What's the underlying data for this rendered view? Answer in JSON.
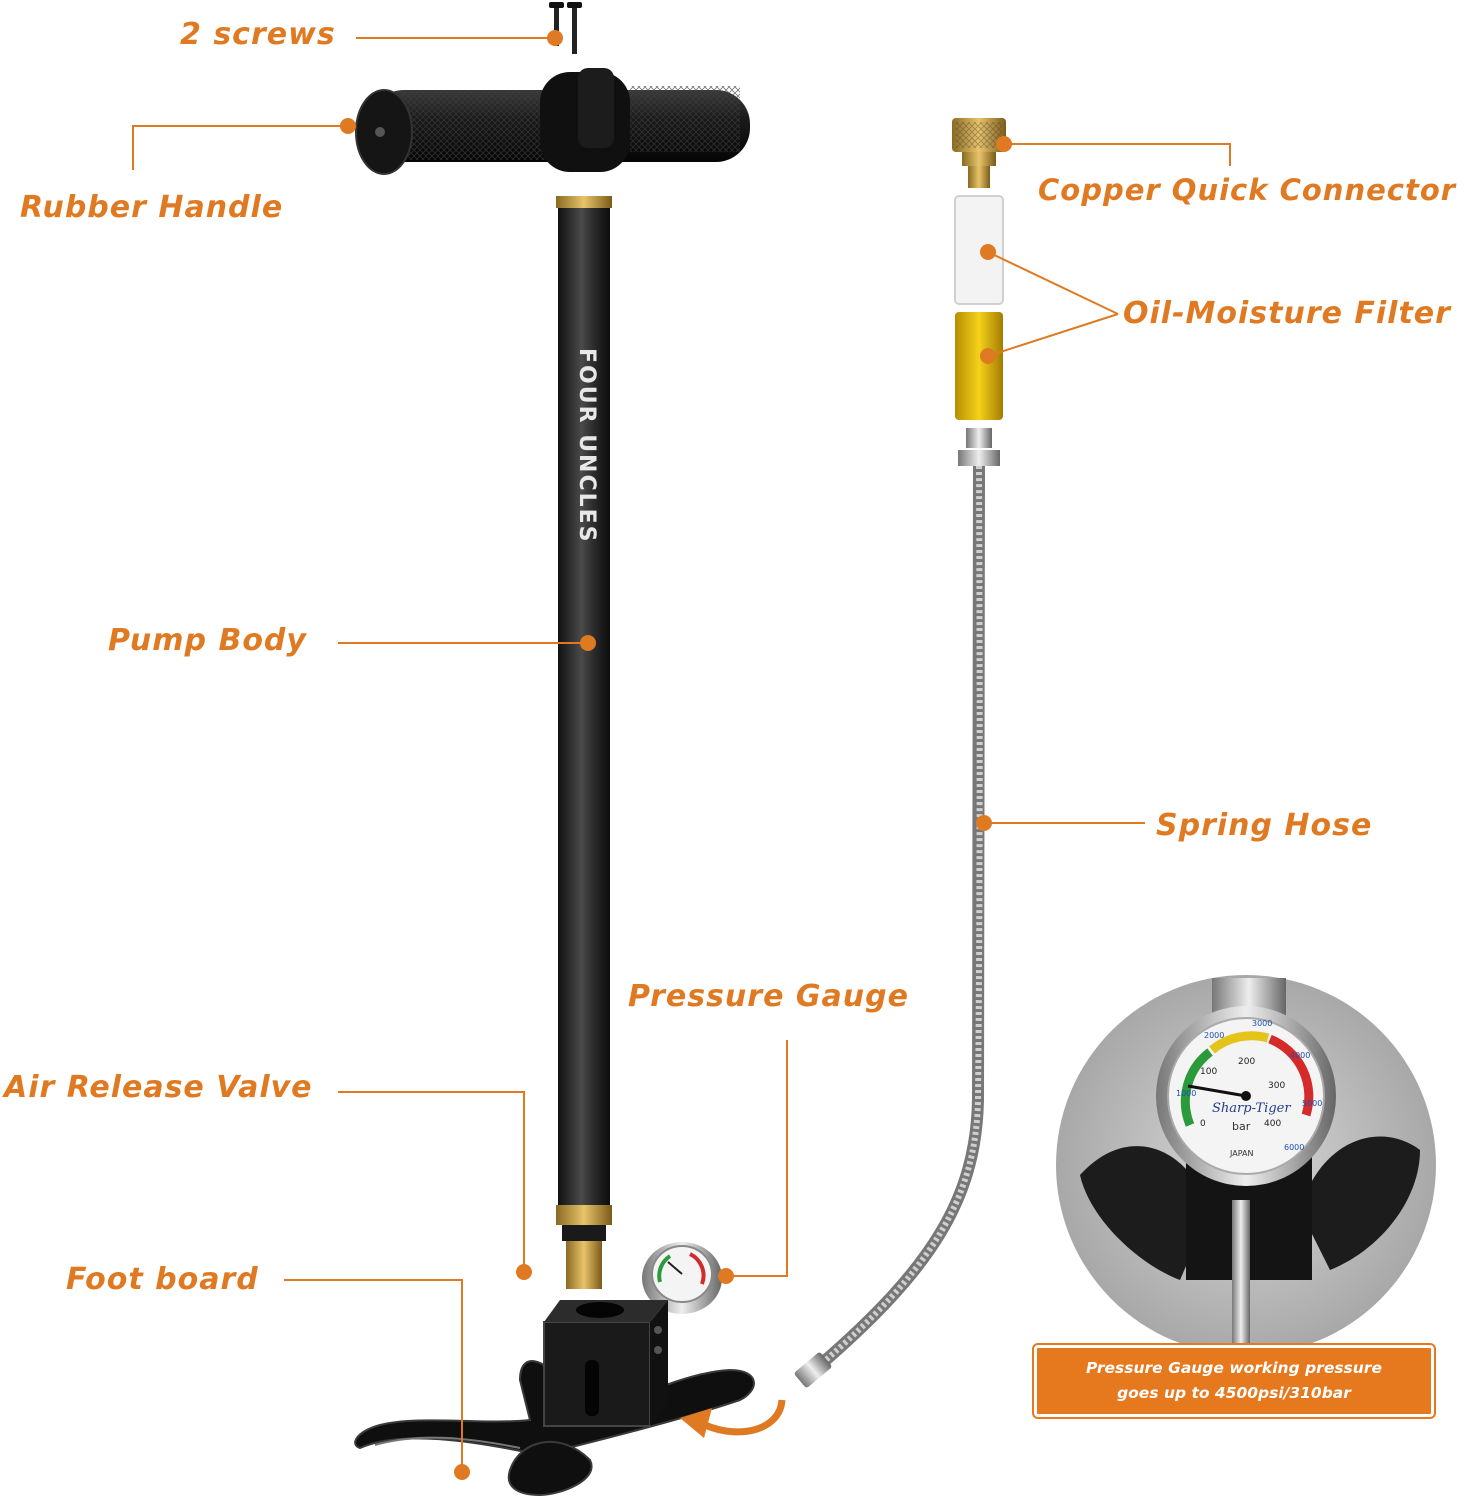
{
  "colors": {
    "accent": "#e07a22",
    "note_background": "#e6781e",
    "note_text": "#ffffff",
    "pump_body": "#2a2a2a",
    "brass": "#c9a24a"
  },
  "labels": {
    "screws": "2 screws",
    "rubber_handle": "Rubber Handle",
    "pump_body": "Pump Body",
    "pressure_gauge": "Pressure Gauge",
    "air_release_valve": "Air Release Valve",
    "foot_board": "Foot board",
    "copper_quick_connector": "Copper Quick Connector",
    "oil_moisture_filter": "Oil-Moisture Filter",
    "spring_hose": "Spring Hose"
  },
  "brand": {
    "name": "FOUR UNCLES"
  },
  "gauge": {
    "brand": "Sharp-Tiger",
    "origin": "JAPAN",
    "unit": "bar",
    "bar_ticks": [
      "0",
      "100",
      "200",
      "300",
      "400"
    ],
    "psi_ticks": [
      "1000",
      "2000",
      "3000",
      "4000",
      "5000",
      "6000"
    ]
  },
  "note": {
    "line1": "Pressure Gauge working pressure",
    "line2": "goes up to 4500psi/310bar"
  }
}
